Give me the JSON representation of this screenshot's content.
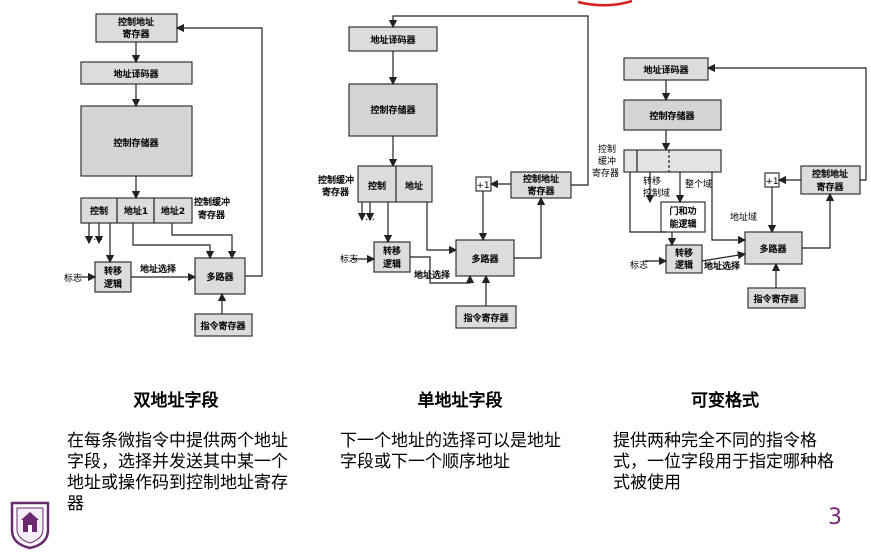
{
  "colors": {
    "page_number": "#7b2a7a",
    "block_fill": "#d9d9d9",
    "accent_red": "#d62020"
  },
  "diagram1": {
    "addr_reg_l1": "控制地址",
    "addr_reg_l2": "寄存器",
    "decoder": "地址译码器",
    "ctrl_mem": "控制存储器",
    "field_ctrl": "控制",
    "field_addr1": "地址1",
    "field_addr2": "地址2",
    "buffer_l1": "控制缓冲",
    "buffer_l2": "寄存器",
    "flag": "标志",
    "branch_l1": "转移",
    "branch_l2": "逻辑",
    "addr_select": "地址选择",
    "mux": "多路器",
    "instr_reg": "指令寄存器"
  },
  "diagram2": {
    "decoder": "地址译码器",
    "ctrl_mem": "控制存储器",
    "buffer_l1": "控制缓冲",
    "buffer_l2": "寄存器",
    "field_ctrl": "控制",
    "field_addr": "地址",
    "plus_one": "+1",
    "addr_reg_l1": "控制地址",
    "addr_reg_l2": "寄存器",
    "flag": "标志",
    "branch_l1": "转移",
    "branch_l2": "逻辑",
    "addr_select": "地址选择",
    "mux": "多路器",
    "instr_reg": "指令寄存器"
  },
  "diagram3": {
    "decoder": "地址译码器",
    "ctrl_mem": "控制存储器",
    "buffer_l1": "控制",
    "buffer_l2": "缓冲",
    "buffer_l3": "寄存器",
    "branch_ctrl_l1": "转移",
    "branch_ctrl_l2": "控制域",
    "whole_field": "整个域",
    "addr_field": "地址域",
    "gate_l1": "门和功",
    "gate_l2": "能逻辑",
    "plus_one": "+1",
    "addr_reg_l1": "控制地址",
    "addr_reg_l2": "寄存器",
    "flag": "标志",
    "branch_l1": "转移",
    "branch_l2": "逻辑",
    "addr_select": "地址选择",
    "mux": "多路器",
    "instr_reg": "指令寄存器"
  },
  "columns": [
    {
      "title": "双地址字段",
      "desc": "在每条微指令中提供两个地址字段，选择并发送其中某一个地址或操作码到控制地址寄存器"
    },
    {
      "title": "单地址字段",
      "desc": "下一个地址的选择可以是地址字段或下一个顺序地址"
    },
    {
      "title": "可变格式",
      "desc": "提供两种完全不同的指令格式，一位字段用于指定哪种格式被使用"
    }
  ],
  "page_number": "3"
}
